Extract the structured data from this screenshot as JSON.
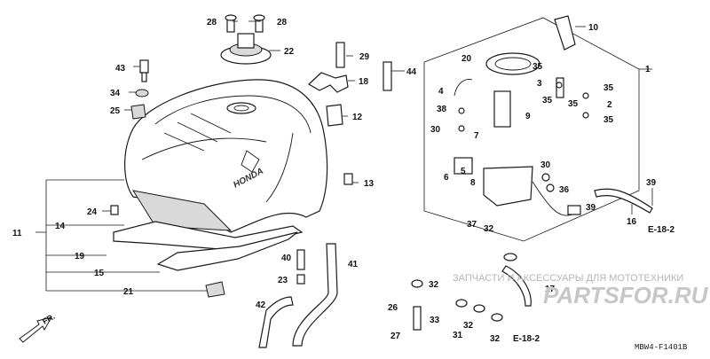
{
  "callouts": {
    "c1": "1",
    "c2": "2",
    "c3": "3",
    "c4": "4",
    "c5": "5",
    "c6": "6",
    "c7": "7",
    "c8": "8",
    "c9": "9",
    "c10": "10",
    "c11": "11",
    "c12": "12",
    "c13": "13",
    "c14": "14",
    "c15": "15",
    "c16": "16",
    "c17": "17",
    "c18": "18",
    "c19": "19",
    "c20": "20",
    "c21": "21",
    "c22": "22",
    "c23": "23",
    "c24": "24",
    "c25": "25",
    "c26": "26",
    "c27": "27",
    "c28a": "28",
    "c28b": "28",
    "c29": "29",
    "c30a": "30",
    "c30b": "30",
    "c31": "31",
    "c32a": "32",
    "c32b": "32",
    "c32c": "32",
    "c32d": "32",
    "c33": "33",
    "c34": "34",
    "c35a": "35",
    "c35b": "35",
    "c35c": "35",
    "c35d": "35",
    "c35e": "35",
    "c36": "36",
    "c37": "37",
    "c38": "38",
    "c39a": "39",
    "c39b": "39",
    "c40": "40",
    "c41": "41",
    "c42": "42",
    "c43": "43",
    "c44": "44"
  },
  "refs": {
    "ref_upper": "E-18-2",
    "ref_lower": "E-18-2"
  },
  "front_arrow": "FR.",
  "tank_brand": "HONDA",
  "watermark_text": "ЗАПЧАСТИ И АКСЕССУАРЫ ДЛЯ МОТОТЕХНИКИ",
  "watermark_logo": "PARTSFOR.RU",
  "diagram_code": "MBW4-F1401B",
  "colors": {
    "line": "#1a1a1a",
    "watermark_red": "#e0463a",
    "watermark_gray": "#b5b5b5"
  }
}
